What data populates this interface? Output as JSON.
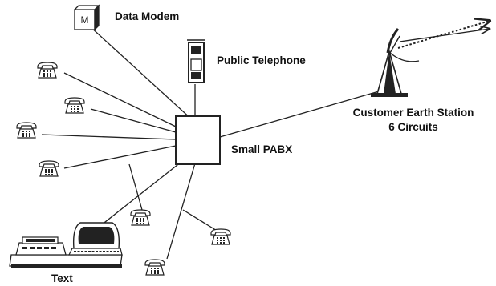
{
  "labels": {
    "data_modem": "Data Modem",
    "modem_letter": "M",
    "public_telephone": "Public Telephone",
    "small_pabx": "Small PABX",
    "earth_station_line1": "Customer Earth Station",
    "earth_station_line2": "6 Circuits",
    "text_terminal": "Text"
  },
  "icons": {
    "telephone": "telephone-icon",
    "modem": "modem-icon",
    "payphone": "public-telephone-icon",
    "pabx": "pabx-box",
    "dish": "satellite-dish-icon",
    "terminal": "text-terminal-icon"
  }
}
